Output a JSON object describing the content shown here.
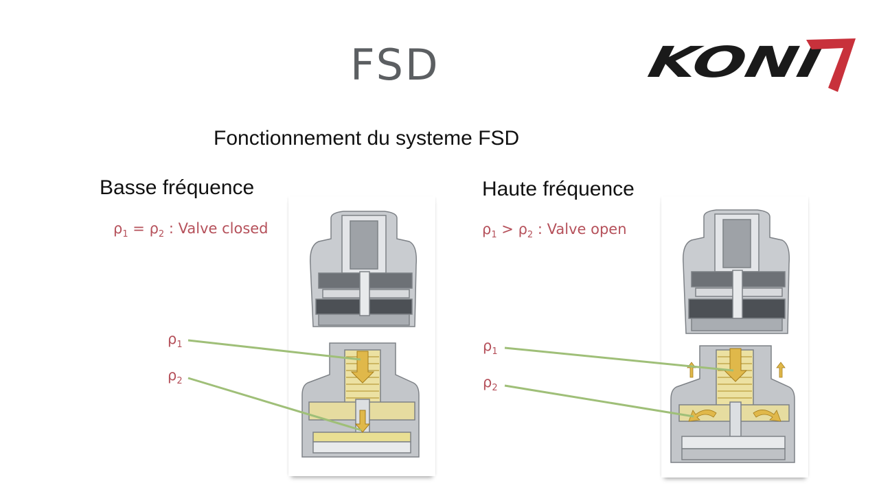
{
  "slide": {
    "title": "FSD",
    "subtitle": "Fonctionnement du systeme FSD"
  },
  "logo": {
    "text": "KONI",
    "colors": {
      "text": "#1a1a1a",
      "accent": "#c8313b"
    }
  },
  "left": {
    "heading": "Basse fréquence",
    "condition": {
      "p1": "ρ",
      "s1": "1",
      "op": " = ",
      "p2": "ρ",
      "s2": "2",
      "rest": " : Valve closed"
    },
    "labels": [
      {
        "sym": "ρ",
        "sub": "1"
      },
      {
        "sym": "ρ",
        "sub": "2"
      }
    ]
  },
  "right": {
    "heading": "Haute fréquence",
    "condition": {
      "p1": "ρ",
      "s1": "1",
      "op": " > ",
      "p2": "ρ",
      "s2": "2",
      "rest": " : Valve open"
    },
    "labels": [
      {
        "sym": "ρ",
        "sub": "1"
      },
      {
        "sym": "ρ",
        "sub": "2"
      }
    ]
  },
  "colors": {
    "pressure_label": "#b5505a",
    "leader_line": "#9fbf78",
    "flow_arrow": "#e0b84a"
  }
}
